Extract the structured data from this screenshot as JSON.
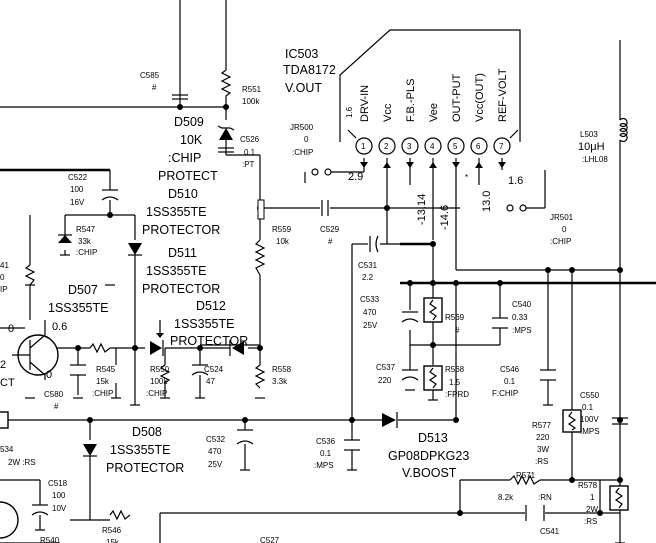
{
  "ic": {
    "ref": "IC503",
    "part": "TDA8172",
    "function": "V.OUT",
    "pin1_level": "1.6",
    "pins": [
      {
        "num": "1",
        "name": "DRV-IN"
      },
      {
        "num": "2",
        "name": "Vcc"
      },
      {
        "num": "3",
        "name": "F.B.-PLS"
      },
      {
        "num": "4",
        "name": "Vee"
      },
      {
        "num": "5",
        "name": "OUT-PUT"
      },
      {
        "num": "6",
        "name": "Vcc(OUT)"
      },
      {
        "num": "7",
        "name": "REF-VOLT"
      }
    ]
  },
  "labels": {
    "c585": [
      "C585",
      "#"
    ],
    "r551": [
      "R551",
      "100k"
    ],
    "c526": [
      "C526",
      "0.1",
      ":PT"
    ],
    "d509": [
      "D509",
      "10K",
      ":CHIP",
      "PROTECT"
    ],
    "d510": [
      "D510",
      "1SS355TE",
      "PROTECTOR"
    ],
    "d511": [
      "D511",
      "1SS355TE",
      "PROTECTOR"
    ],
    "d512": [
      "D512",
      "1SS355TE",
      "PROTECTOR"
    ],
    "d507": [
      "D507",
      "1SS355TE"
    ],
    "c522": [
      "C522",
      "100",
      "16V"
    ],
    "r547": [
      "R547",
      "33k",
      ":CHIP"
    ],
    "r541": [
      "41",
      "0",
      "IP"
    ],
    "trans_d507": [
      "0.6",
      "0",
      "0",
      "2",
      "CT"
    ],
    "c580": [
      "C580",
      "#"
    ],
    "r545": [
      "R545",
      "15k",
      ":CHIP"
    ],
    "r550": [
      "R550",
      "100k",
      ":CHIP"
    ],
    "c524": [
      "C524",
      "47"
    ],
    "r558": [
      "R558",
      "3.3k"
    ],
    "r559": [
      "R559",
      "10k"
    ],
    "jr500": [
      "JR500",
      "0",
      ":CHIP"
    ],
    "volt_pin1": "2.9",
    "volt_pin7": "1.6",
    "pin5_mark": "*",
    "volt_pin3": "-13.14",
    "volt_pin4": "-14.6",
    "volt_pin6": "13.0",
    "c529": [
      "C529",
      "#"
    ],
    "c531": [
      "C531",
      "2.2"
    ],
    "c533": [
      "C533",
      "470",
      "25V"
    ],
    "r569": [
      "R569",
      "#"
    ],
    "c540": [
      "C540",
      "0.33",
      ":MPS"
    ],
    "c537": [
      "C537",
      "220"
    ],
    "r568": [
      "R568",
      "1.5",
      ":FPRD"
    ],
    "c546": [
      "C546",
      "0.1",
      "F:CHIP"
    ],
    "r577": [
      "R577",
      "220",
      "3W",
      ":RS"
    ],
    "c550": [
      "C550",
      "0.1",
      "100V",
      ":MPS"
    ],
    "l503": [
      "L503",
      "10μH",
      ":LHL08"
    ],
    "jr501": [
      "JR501",
      "0",
      ":CHIP"
    ],
    "d513": [
      "D513",
      "GP08DPKG23",
      "V.BOOST"
    ],
    "c536": [
      "C536",
      "0.1",
      ":MPS"
    ],
    "c532": [
      "C532",
      "470",
      "25V"
    ],
    "d508": [
      "D508",
      "1SS355TE",
      "PROTECTOR"
    ],
    "r534": [
      "534",
      "2W  :RS"
    ],
    "c518": [
      "C518",
      "100",
      "10V"
    ],
    "r546": [
      "R546",
      "15k"
    ],
    "r540": [
      "R540"
    ],
    "c527": [
      "C527"
    ],
    "r571": [
      "R571",
      "8.2k",
      ":RN"
    ],
    "r578": [
      "R578",
      "1",
      "2W",
      ":RS"
    ],
    "c541": [
      "C541"
    ]
  }
}
